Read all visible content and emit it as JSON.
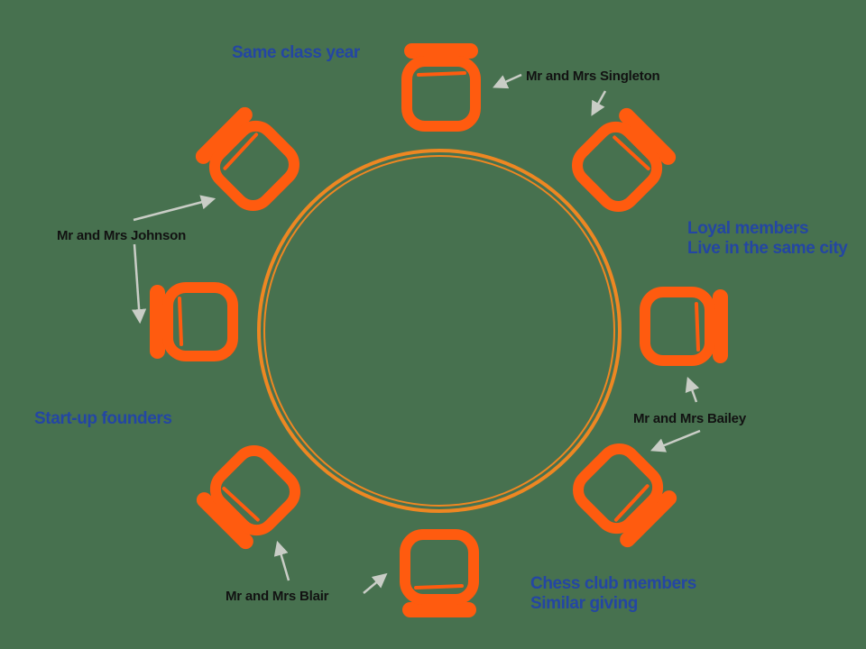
{
  "diagram": {
    "kind": "round-table-seating-diagram",
    "table_shape": "round",
    "seat_count": 8,
    "couples": [
      {
        "name": "Mr and Mrs Singleton",
        "seats": [
          "top",
          "top-right"
        ]
      },
      {
        "name": "Mr and Mrs Johnson",
        "seats": [
          "top-left",
          "left"
        ]
      },
      {
        "name": "Mr and Mrs Bailey",
        "seats": [
          "right",
          "bottom-right"
        ]
      },
      {
        "name": "Mr and Mrs Blair",
        "seats": [
          "bottom-left",
          "bottom"
        ]
      }
    ],
    "group_notes": [
      {
        "position": "top-left",
        "lines": [
          "Same class year"
        ]
      },
      {
        "position": "right",
        "lines": [
          "Loyal members",
          "Live in the same city"
        ]
      },
      {
        "position": "left",
        "lines": [
          "Start-up founders"
        ]
      },
      {
        "position": "bottom-right",
        "lines": [
          "Chess club members",
          "Similar giving"
        ]
      }
    ],
    "colors": {
      "background": "#47714F",
      "table_ring": "#EE8722",
      "chair": "#FF5B0F",
      "arrow": "#C9CDC6",
      "couple_label": "#121212",
      "group_label": "#2446A3"
    }
  }
}
